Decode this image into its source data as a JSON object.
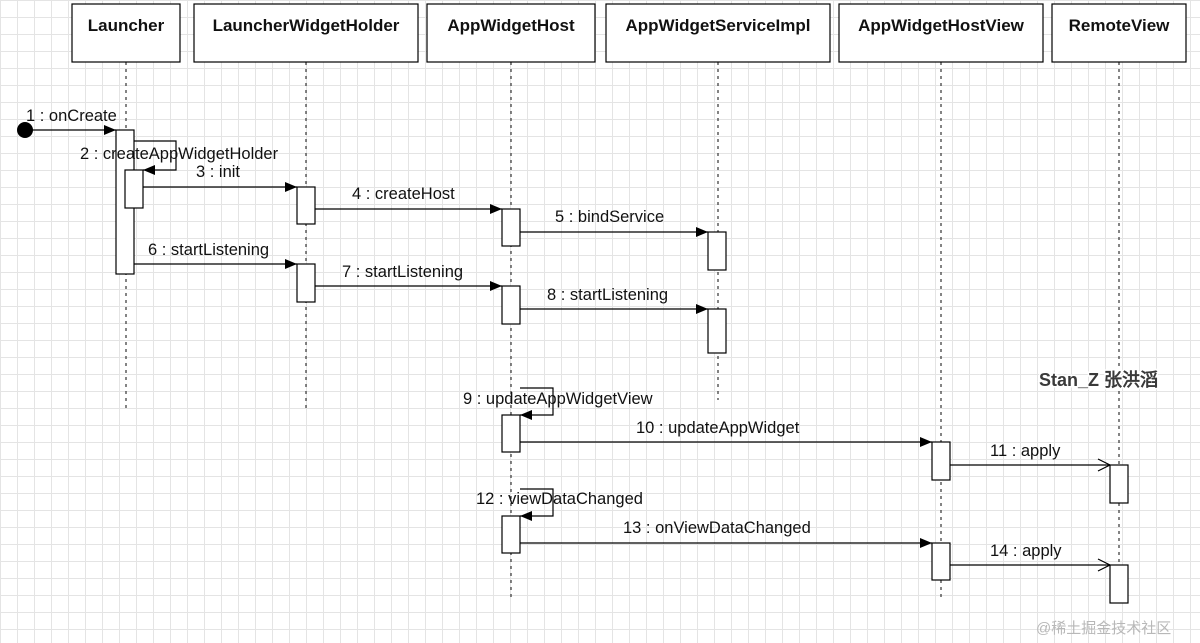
{
  "participants": [
    {
      "id": "launcher",
      "label": "Launcher"
    },
    {
      "id": "holder",
      "label": "LauncherWidgetHolder"
    },
    {
      "id": "host",
      "label": "AppWidgetHost"
    },
    {
      "id": "service",
      "label": "AppWidgetServiceImpl"
    },
    {
      "id": "hostview",
      "label": "AppWidgetHostView"
    },
    {
      "id": "remoteview",
      "label": "RemoteView"
    }
  ],
  "messages": [
    {
      "label": "1 : onCreate",
      "from": "start",
      "to": "launcher",
      "kind": "found"
    },
    {
      "label": "2 : createAppWidgetHolder",
      "from": "launcher",
      "to": "launcher",
      "kind": "self"
    },
    {
      "label": "3 : init",
      "from": "launcher",
      "to": "holder",
      "kind": "sync"
    },
    {
      "label": "4 : createHost",
      "from": "holder",
      "to": "host",
      "kind": "sync"
    },
    {
      "label": "5 : bindService",
      "from": "host",
      "to": "service",
      "kind": "sync"
    },
    {
      "label": "6 : startListening",
      "from": "launcher",
      "to": "holder",
      "kind": "sync"
    },
    {
      "label": "7 : startListening",
      "from": "holder",
      "to": "host",
      "kind": "sync"
    },
    {
      "label": "8 : startListening",
      "from": "host",
      "to": "service",
      "kind": "sync"
    },
    {
      "label": "9 : updateAppWidgetView",
      "from": "host",
      "to": "host",
      "kind": "self"
    },
    {
      "label": "10 : updateAppWidget",
      "from": "host",
      "to": "hostview",
      "kind": "sync"
    },
    {
      "label": "11 : apply",
      "from": "hostview",
      "to": "remoteview",
      "kind": "async"
    },
    {
      "label": "12 : viewDataChanged",
      "from": "host",
      "to": "host",
      "kind": "self"
    },
    {
      "label": "13 : onViewDataChanged",
      "from": "host",
      "to": "hostview",
      "kind": "sync"
    },
    {
      "label": "14 : apply",
      "from": "hostview",
      "to": "remoteview",
      "kind": "async"
    }
  ],
  "watermark": {
    "signature": "Stan_Z 张洪滔",
    "corner": "@稀土掘金技术社区"
  }
}
